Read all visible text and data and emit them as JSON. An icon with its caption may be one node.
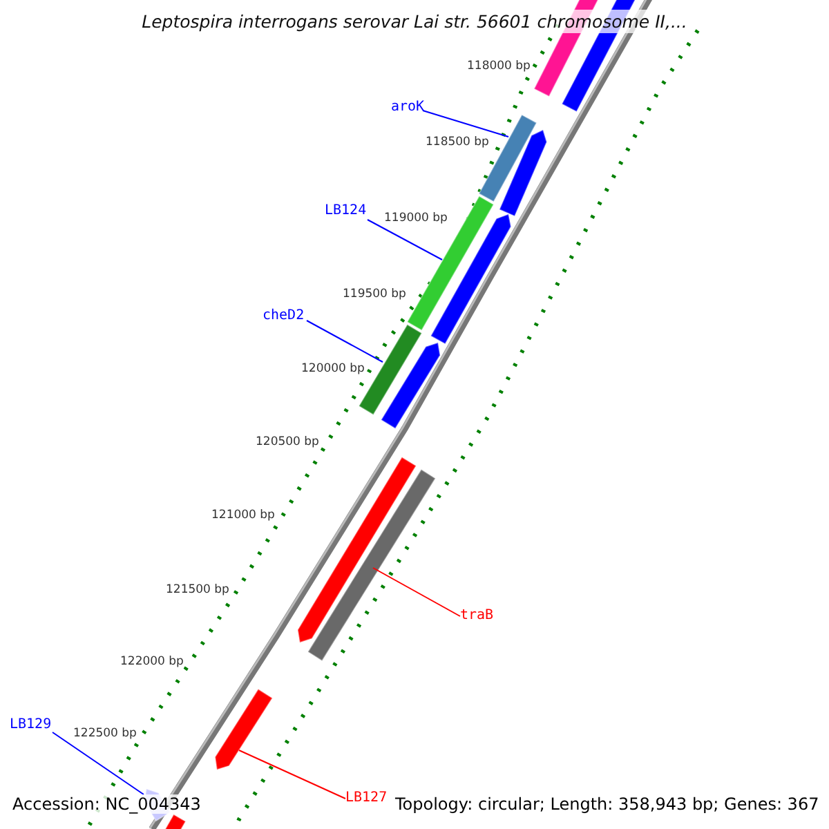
{
  "diagram": {
    "title": "Leptospira interrogans serovar Lai str. 56601 chromosome II,...",
    "nodes": [
      {
        "text": [
          "aroK"
        ]
      },
      {
        "text": [
          "LB124"
        ]
      },
      {
        "text": [
          "cheD2"
        ]
      },
      {
        "text": [
          "traB"
        ]
      },
      {
        "text": [
          "LB129"
        ]
      },
      {
        "text": [
          "LB127"
        ]
      },
      {
        "text": [],
        "shape": "bar"
      },
      {
        "text": [],
        "shape": "bar"
      },
      {
        "text": [],
        "shape": "bar"
      },
      {
        "text": [],
        "shape": "bar"
      },
      {
        "text": [],
        "shape": "bar"
      },
      {
        "text": [],
        "shape": "bar"
      },
      {
        "text": [],
        "shape": "bar"
      },
      {
        "text": [],
        "shape": "bar"
      },
      {
        "text": [],
        "shape": "bar"
      },
      {
        "text": [],
        "shape": "bar"
      },
      {
        "text": [],
        "shape": "bar"
      },
      {
        "text": [],
        "shape": "bar"
      },
      {
        "text": [],
        "shape": "bar"
      }
    ],
    "edges": [
      {
        "from": 0,
        "to": 8,
        "arrow": "none"
      },
      {
        "from": 1,
        "to": 10,
        "arrow": "none"
      },
      {
        "from": 2,
        "to": 12,
        "arrow": "none"
      },
      {
        "from": 3,
        "to": 15,
        "arrow": "none",
        "color": "#ff0000"
      },
      {
        "from": 4,
        "to": 17,
        "arrow": "none"
      },
      {
        "from": 5,
        "to": 16,
        "arrow": "none",
        "color": "#ff0000"
      }
    ],
    "labels": [
      "118000 bp",
      "118500 bp",
      "119000 bp",
      "119500 bp",
      "120000 bp",
      "120500 bp",
      "121000 bp",
      "121500 bp",
      "122000 bp",
      "122500 bp",
      "Accession: NC_004343",
      "Topology: circular; Length: 358,943 bp; Genes: 367"
    ]
  }
}
